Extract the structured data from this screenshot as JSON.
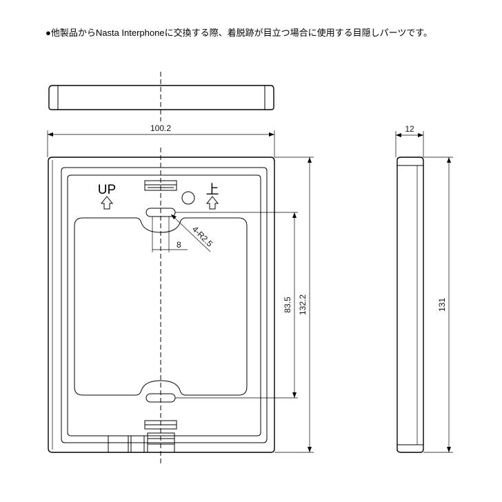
{
  "caption": "●他製品からNasta Interphoneに交換する際、着脱跡が目立つ場合に使用する目隠しパーツです。",
  "marks": {
    "up": "UP",
    "up_jp": "上"
  },
  "dimensions": {
    "width": "100.2",
    "hole_radius": "4-R2.5",
    "slot_width": "8",
    "slot_pitch": "83.5",
    "height": "132.2",
    "depth": "12",
    "side_height": "131"
  }
}
